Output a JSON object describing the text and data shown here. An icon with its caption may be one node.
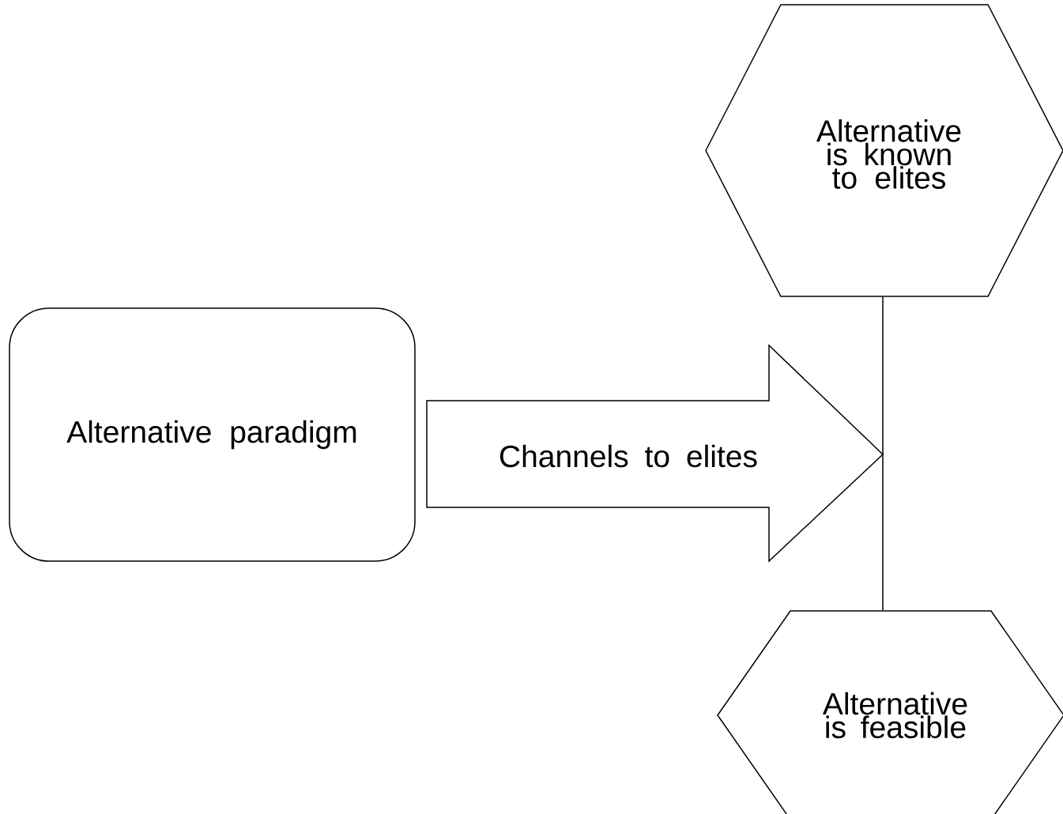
{
  "diagram": {
    "nodes": [
      {
        "text": [
          "Alternative paradigm"
        ]
      },
      {
        "text": [
          "Channels to elites"
        ]
      },
      {
        "text": [
          "Alternative is known to elites"
        ]
      },
      {
        "text": [
          "Alternative is feasible"
        ]
      }
    ],
    "edges": [
      {
        "from": 2,
        "to": 3,
        "arrow": "none"
      }
    ]
  }
}
